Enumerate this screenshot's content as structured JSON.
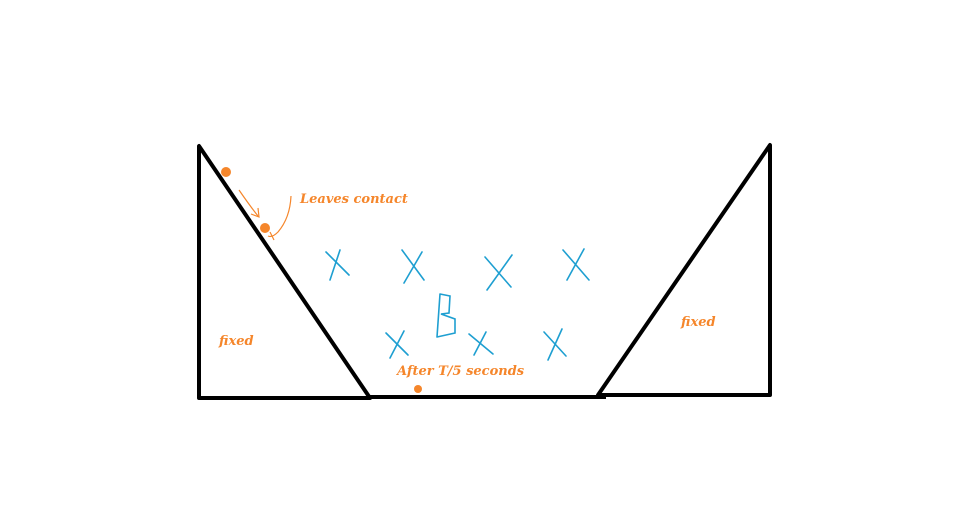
{
  "labels": {
    "leaves_contact": "Leaves contact",
    "fixed_left": "fixed",
    "fixed_right": "fixed",
    "after": "After T/5 seconds",
    "field": "B"
  },
  "colors": {
    "wedge": "#000000",
    "annotation": "#f5862b",
    "field": "#1e9fd1"
  }
}
